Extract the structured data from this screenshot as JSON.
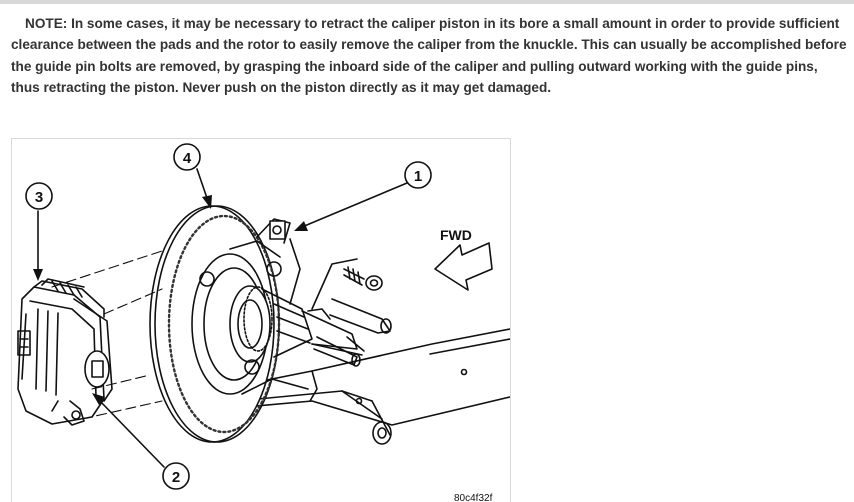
{
  "note": {
    "text": "NOTE: In some cases, it may be necessary to retract the caliper piston in its bore a small amount in order to provide sufficient clearance between the pads and the rotor to easily remove the caliper from the knuckle. This can usually be accomplished before the guide pin bolts are removed, by grasping the inboard side of the caliper and pulling outward working with the guide pins, thus retracting the piston. Never push on the piston directly as it may get damaged."
  },
  "figure": {
    "callouts": [
      "1",
      "2",
      "3",
      "4"
    ],
    "fwd_label": "FWD",
    "image_code": "80c4f32f"
  }
}
